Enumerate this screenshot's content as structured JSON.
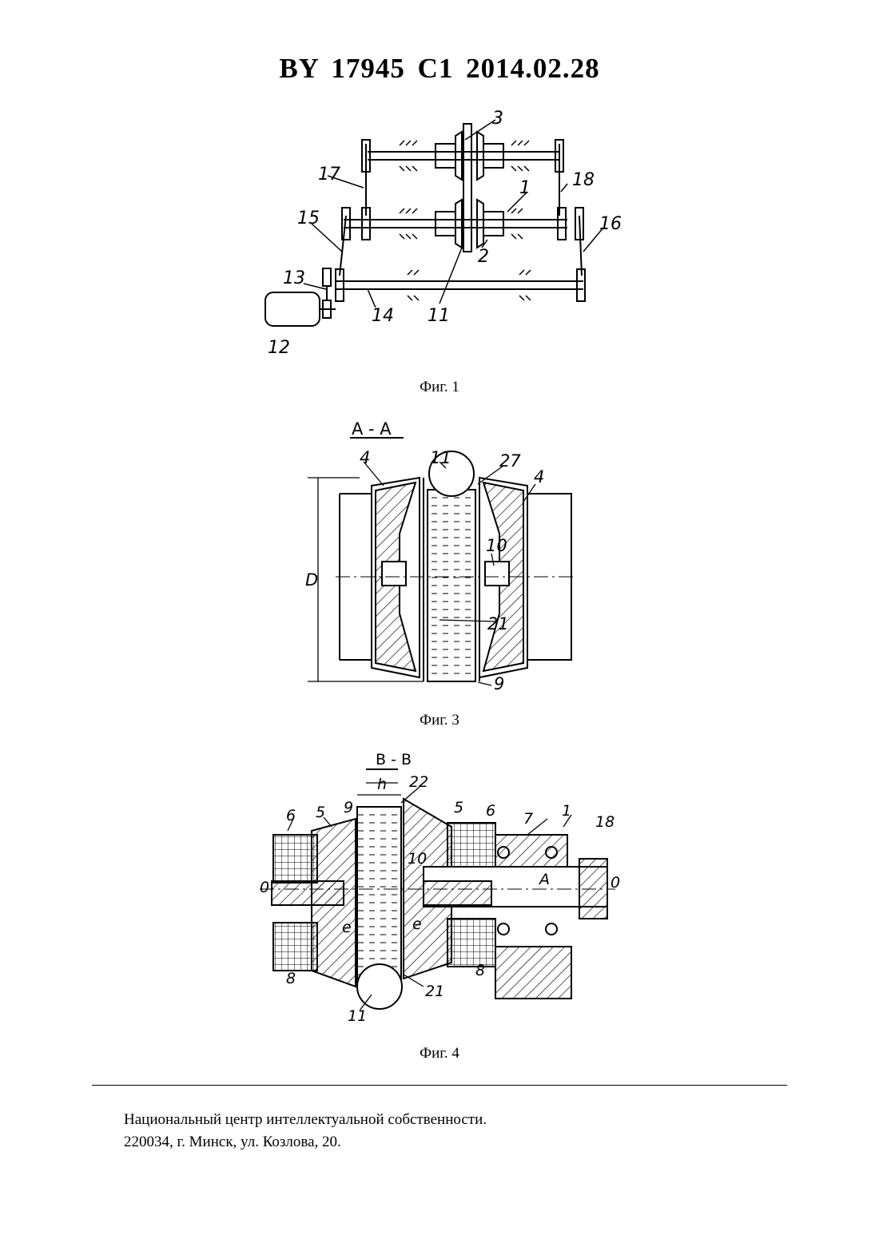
{
  "header": {
    "title": "BY  17945  C1  2014.02.28"
  },
  "figures": [
    {
      "caption": "Фиг. 1",
      "labels": [
        "3",
        "17",
        "1",
        "18",
        "15",
        "16",
        "2",
        "13",
        "14",
        "11",
        "12"
      ]
    },
    {
      "caption": "Фиг. 3",
      "section_title": "А - А",
      "labels": [
        "11",
        "27",
        "4",
        "4",
        "10",
        "D",
        "21",
        "9"
      ]
    },
    {
      "caption": "Фиг. 4",
      "section_title": "B - B",
      "labels": [
        "h",
        "22",
        "6",
        "5",
        "9",
        "5",
        "6",
        "7",
        "1",
        "18",
        "0",
        "10",
        "A",
        "0",
        "e",
        "e",
        "8",
        "8",
        "21",
        "11"
      ]
    }
  ],
  "footer": {
    "line1": "Национальный центр интеллектуальной собственности.",
    "line2": "220034, г. Минск, ул. Козлова, 20."
  }
}
